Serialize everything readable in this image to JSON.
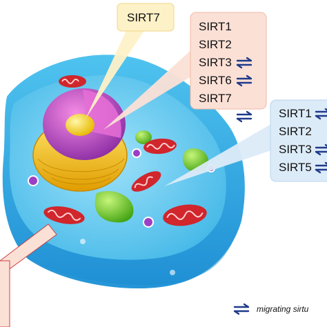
{
  "callouts": {
    "nucleolus": {
      "items": [
        {
          "label": "SIRT7"
        }
      ]
    },
    "nucleus": {
      "items": [
        {
          "label": "SIRT1",
          "migrating": false
        },
        {
          "label": "SIRT2",
          "migrating": true
        },
        {
          "label": "SIRT3",
          "migrating": true
        },
        {
          "label": "SIRT6",
          "migrating": false
        },
        {
          "label": "SIRT7",
          "migrating": true
        }
      ]
    },
    "cytoplasm": {
      "items": [
        {
          "label": "SIRT1",
          "migrating": true
        },
        {
          "label": "SIRT2",
          "migrating": false
        },
        {
          "label": "SIRT3",
          "migrating": true
        },
        {
          "label": "SIRT5",
          "migrating": true
        }
      ]
    }
  },
  "legend": {
    "label": "migrating sirtu"
  },
  "colors": {
    "nucleolus_box": "#fdf1c7",
    "nucleus_box": "#fbe0d6",
    "cytoplasm_box": "#dcebf8",
    "arrow": "#1f3a8a",
    "cell_outer": "#3bb6e8",
    "cytoplasm": "#59c7ef",
    "nucleus_envelope": "#f3c21b",
    "nucleus_inner": "#c23fb4",
    "nucleolus": "#f6e21a",
    "mitochondria": "#d0262c",
    "vacuole": "#7cd321"
  }
}
